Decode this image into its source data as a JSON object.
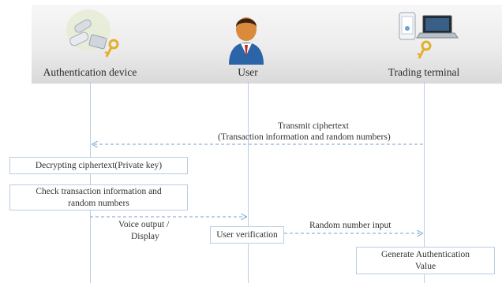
{
  "actors": [
    {
      "id": "auth",
      "label": "Authentication device",
      "icon": "authentication-devices-icon"
    },
    {
      "id": "user",
      "label": "User",
      "icon": "user-avatar-icon"
    },
    {
      "id": "terminal",
      "label": "Trading terminal",
      "icon": "trading-terminal-devices-icon"
    }
  ],
  "messages": {
    "transmit_line1": "Transmit ciphertext",
    "transmit_line2": "(Transaction information and random numbers)",
    "voice_line1": "Voice output /",
    "voice_line2": "Display",
    "random_input": "Random number input"
  },
  "steps": {
    "decrypt": "Decrypting ciphertext(Private key)",
    "check_line1": "Check transaction information and",
    "check_line2": "random numbers",
    "user_verification": "User verification",
    "generate_line1": "Generate Authentication",
    "generate_line2": "Value"
  },
  "colors": {
    "lifeline": "#b9cde3",
    "arrow": "#8fb4dc",
    "key": "#e2b02a"
  }
}
